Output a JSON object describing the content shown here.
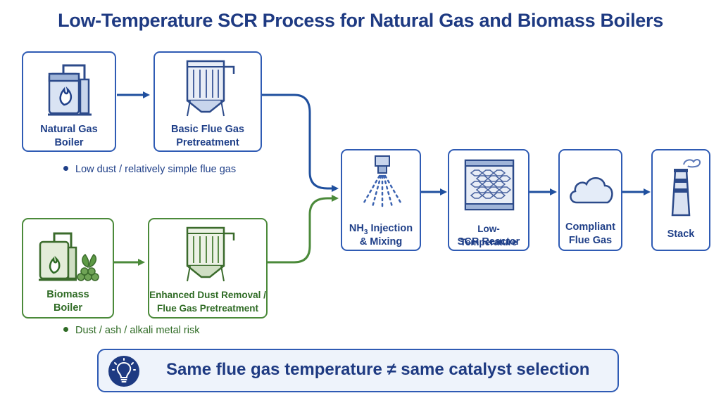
{
  "title": "Low-Temperature SCR Process for Natural Gas and Biomass Boilers",
  "nodes": {
    "natural_gas_boiler": {
      "line1": "Natural Gas",
      "line2": "Boiler"
    },
    "basic_pretreatment": {
      "line1": "Basic Flue Gas",
      "line2": "Pretreatment"
    },
    "biomass_boiler": {
      "line1": "Biomass",
      "line2": "Boiler"
    },
    "enhanced_pretreatment": {
      "line1": "Enhanced Dust Removal /",
      "line2": "Flue Gas Pretreatment"
    },
    "nh3_injection": {
      "prefix": "NH",
      "subscript": "3",
      "suffix": " Injection",
      "line2": "& Mixing"
    },
    "scr_reactor": {
      "line1": "Low-Temperature",
      "line2": "SCR Reactor"
    },
    "compliant_gas": {
      "line1": "Compliant",
      "line2": "Flue Gas"
    },
    "stack": {
      "line1": "Stack"
    }
  },
  "notes": {
    "natural_gas": "Low dust / relatively simple flue gas",
    "biomass": "Dust / ash / alkali metal risk"
  },
  "banner": {
    "text": "Same flue gas temperature ≠ same catalyst selection",
    "icon": "lightbulb-icon"
  },
  "colors": {
    "blue": "#2f5bb4",
    "dark_blue": "#1e3a82",
    "green": "#4b8a3a",
    "arrow_blue": "#1f4f9e"
  }
}
